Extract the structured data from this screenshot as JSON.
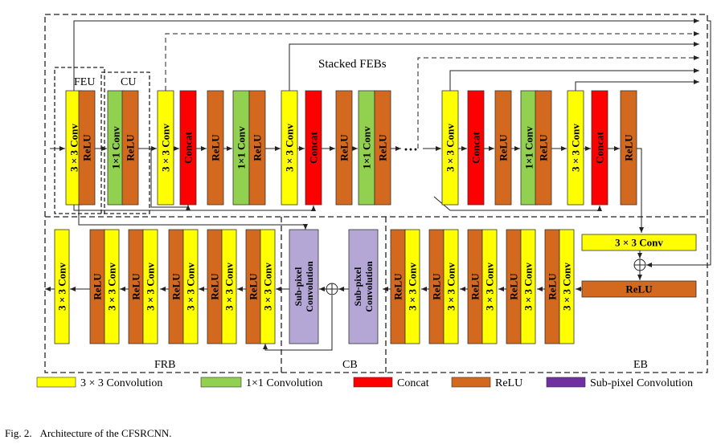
{
  "colors": {
    "conv3": "#FFFF00",
    "conv1": "#92D050",
    "concat": "#FF0000",
    "relu": "#D2691E",
    "subpixel": "#B4A7D6",
    "line": "#222222"
  },
  "labels": {
    "feu": "FEU",
    "cu": "CU",
    "stacked_febs": "Stacked FEBs",
    "ellipsis": "···",
    "frb": "FRB",
    "cb": "CB",
    "eb": "EB"
  },
  "blocks": {
    "conv3": "3 × 3 Conv",
    "conv1": "1×1 Conv",
    "relu": "ReLU",
    "concat": "Concat",
    "subpixel": "Sub-pixel Convolution"
  },
  "legend": [
    {
      "label": "3 × 3  Convolution",
      "color": "#FFFF00"
    },
    {
      "label": "1×1 Convolution",
      "color": "#92D050"
    },
    {
      "label": "Concat",
      "color": "#FF0000"
    },
    {
      "label": "ReLU",
      "color": "#D2691E"
    },
    {
      "label": "Sub-pixel Convolution",
      "color": "#7030A0"
    }
  ],
  "caption": {
    "prefix": "Fig. 2.",
    "text": "Architecture of the CFSRCNN."
  }
}
